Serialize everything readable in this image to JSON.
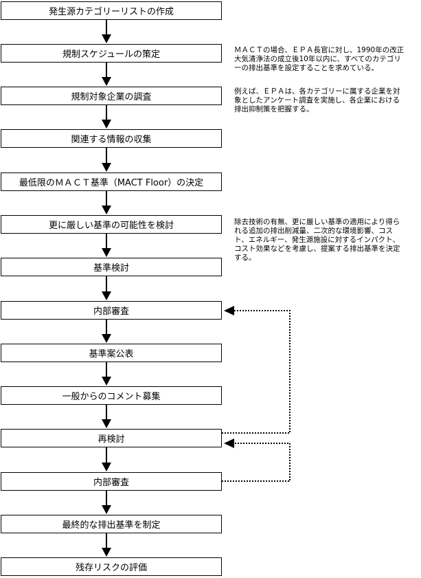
{
  "steps": [
    "発生源カテゴリーリストの作成",
    "規制スケジュールの策定",
    "規制対象企業の調査",
    "関連する情報の収集",
    "最低限のＭＡＣＴ基準（MACT Floor）の決定",
    "更に厳しい基準の可能性を検討",
    "基準検討",
    "内部審査",
    "基準案公表",
    "一般からのコメント募集",
    "再検討",
    "内部審査",
    "最終的な排出基準を制定",
    "残存リスクの評価"
  ],
  "notes": {
    "schedule": "ＭＡＣＴの場合、ＥＰＡ長官に対し、1990年の改正大気清浄法の成立後10年以内に、すべてのカテゴリーの排出基準を設定することを求めている。",
    "survey": "例えば、ＥＰＡは、各カテゴリーに属する企業を対象としたアンケート調査を実施し、各企業における排出抑制策を把握する。",
    "stricter": "除去技術の有無、更に厳しい基準の適用により得られる追加の排出削減量、二次的な環境影響、コスト、エネルギー、発生源施設に対するインパクト、コスト効果などを考慮し、提案する排出基準を決定する。"
  }
}
